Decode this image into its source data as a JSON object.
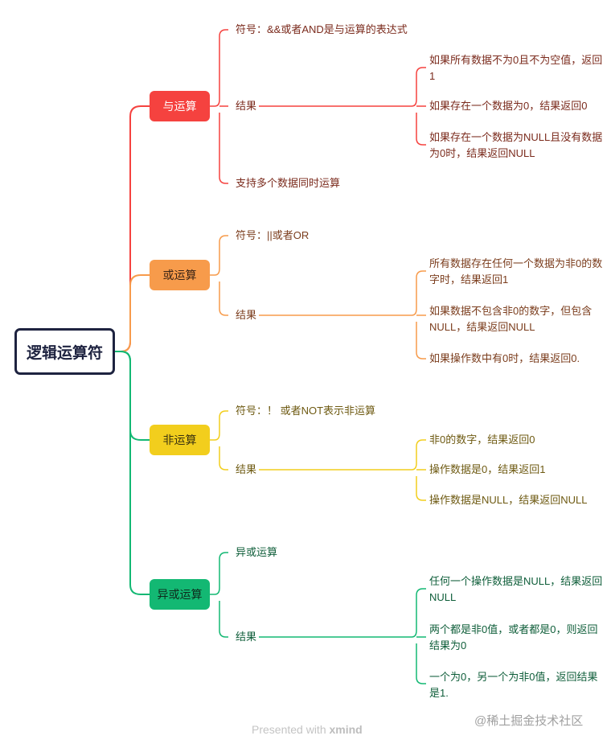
{
  "root": {
    "label": "逻辑运算符"
  },
  "colors": {
    "red": "#f5423f",
    "orange": "#f79b4b",
    "yellow": "#f2ce1d",
    "green": "#13b873"
  },
  "branches": [
    {
      "label": "与运算",
      "symbol": "符号：&&或者AND是与运算的表达式",
      "result_label": "结果",
      "results": [
        [
          "如果所有数据不为0且不为空值，返回",
          "1"
        ],
        [
          "如果存在一个数据为0，结果返回0"
        ],
        [
          "如果存在一个数据为NULL且没有数据",
          "为0时，结果返回NULL"
        ]
      ],
      "extra": "支持多个数据同时运算"
    },
    {
      "label": "或运算",
      "symbol": "符号：||或者OR",
      "result_label": "结果",
      "results": [
        [
          "所有数据存在任何一个数据为非0的数",
          "字时，结果返回1"
        ],
        [
          "如果数据不包含非0的数字，但包含",
          "NULL，结果返回NULL"
        ],
        [
          "如果操作数中有0时，结果返回0."
        ]
      ]
    },
    {
      "label": "非运算",
      "symbol": "符号：！ 或者NOT表示非运算",
      "result_label": "结果",
      "results": [
        [
          "非0的数字，结果返回0"
        ],
        [
          "操作数据是0，结果返回1"
        ],
        [
          "操作数据是NULL，结果返回NULL"
        ]
      ]
    },
    {
      "label": "异或运算",
      "symbol": "异或运算",
      "result_label": "结果",
      "results": [
        [
          "任何一个操作数据是NULL，结果返回",
          "NULL"
        ],
        [
          "两个都是非0值，或者都是0，则返回",
          "结果为0"
        ],
        [
          "一个为0，另一个为非0值，返回结果",
          "是1."
        ]
      ]
    }
  ],
  "footer": {
    "prefix": "Presented with ",
    "brand": "xmind"
  },
  "watermark": "@稀土掘金技术社区"
}
